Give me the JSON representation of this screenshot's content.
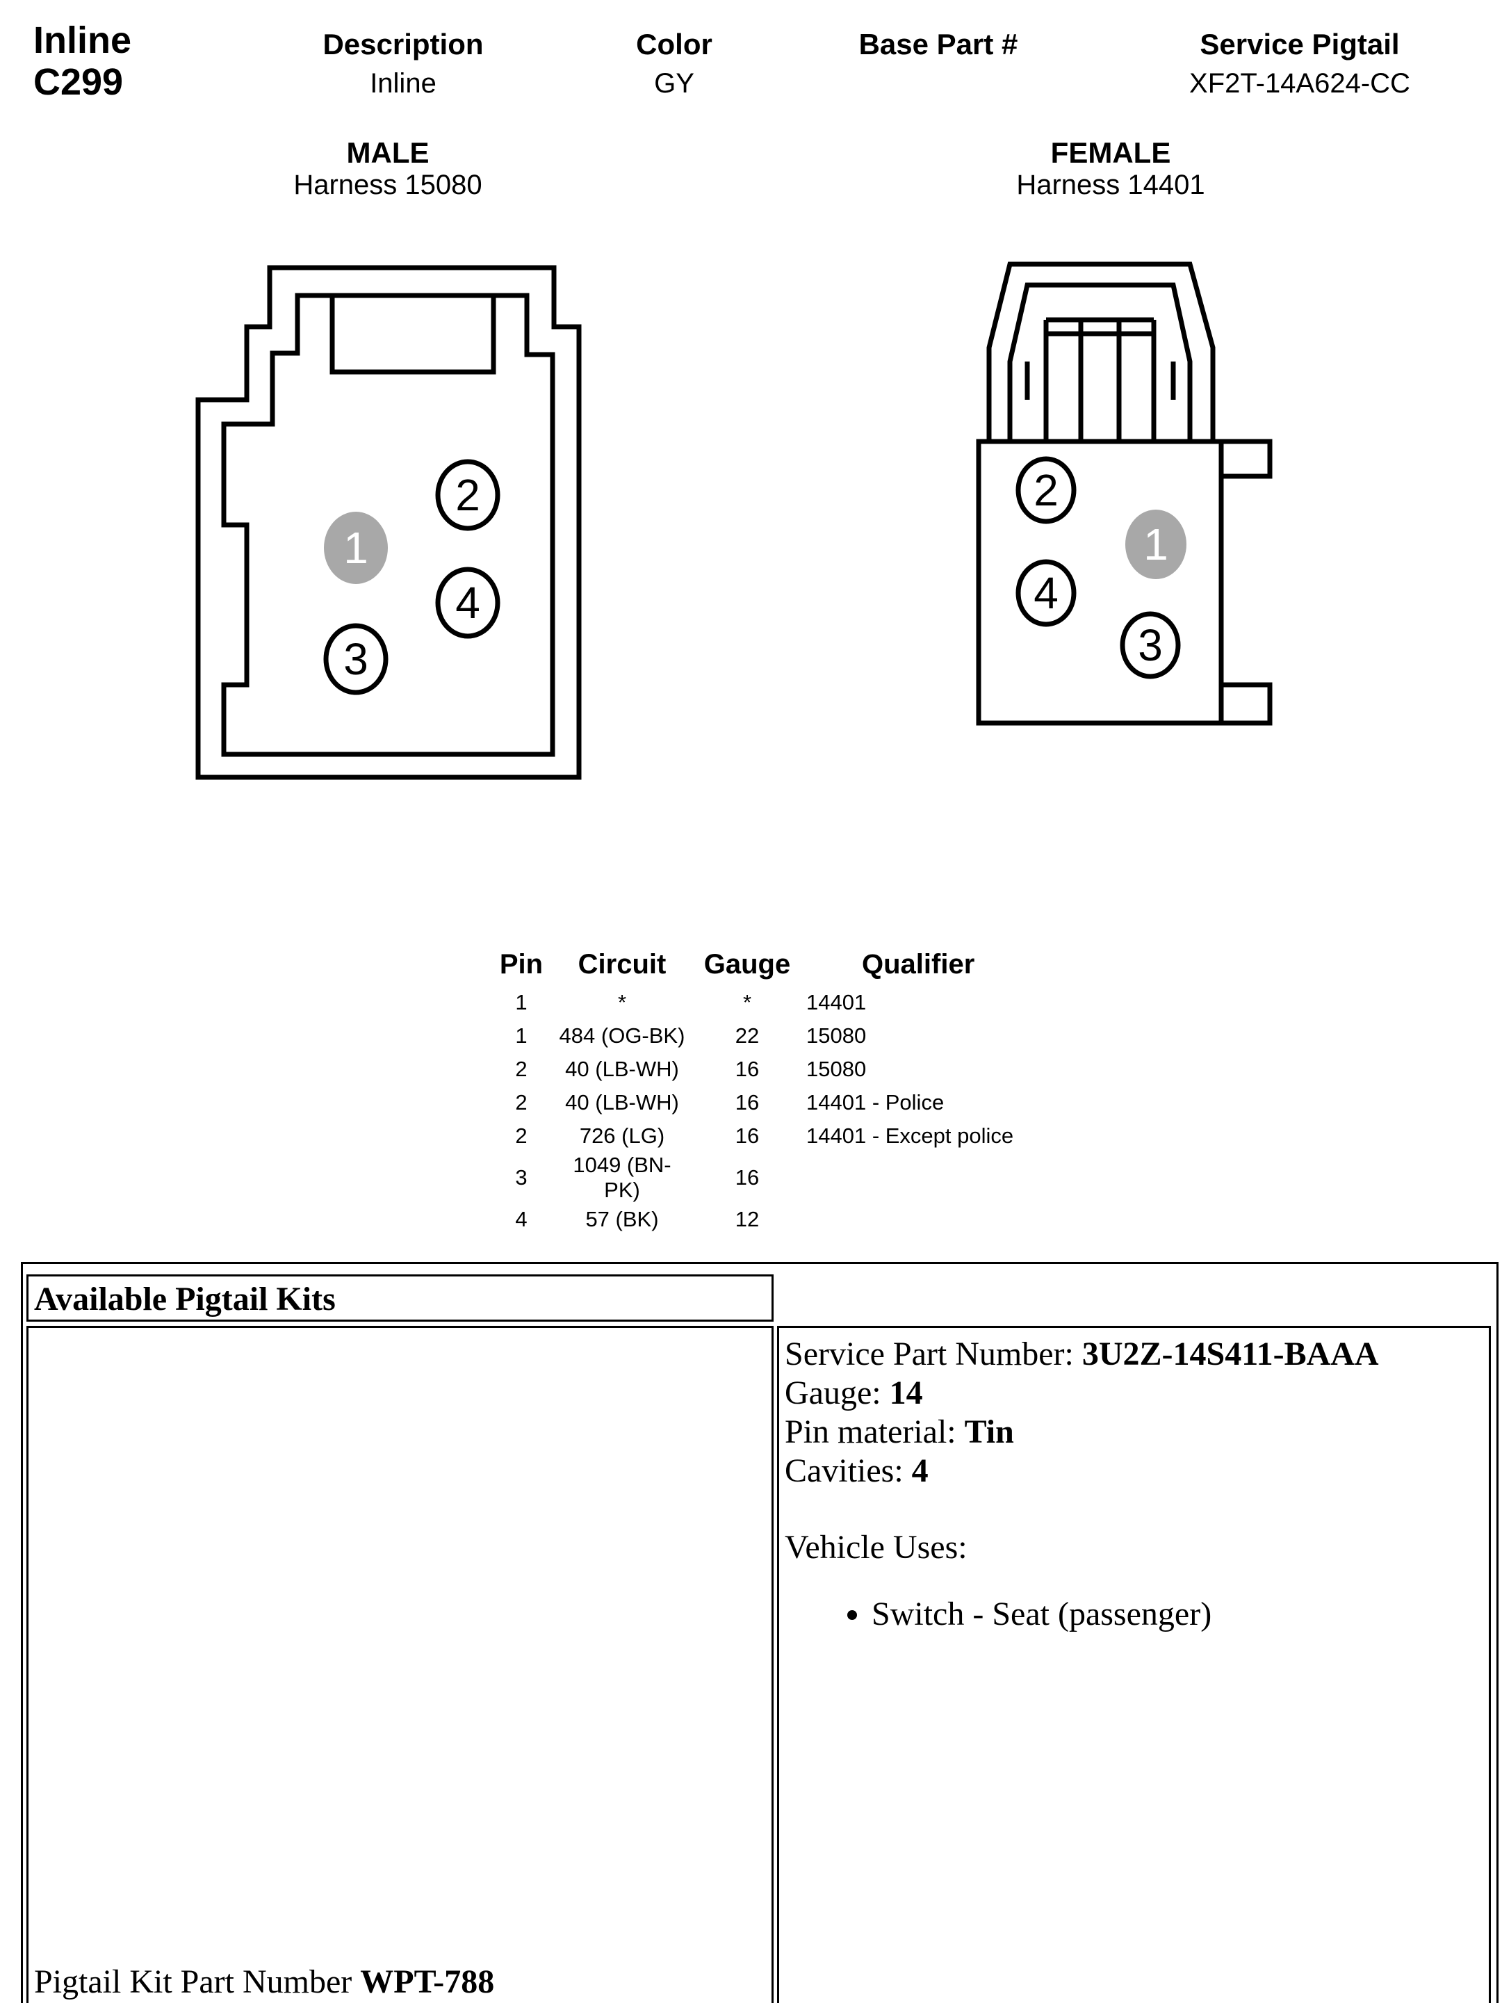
{
  "connector": {
    "type_label": "Inline",
    "id": "C299"
  },
  "header": {
    "description_label": "Description",
    "description_value": "Inline",
    "color_label": "Color",
    "color_value": "GY",
    "base_part_label": "Base Part #",
    "base_part_value": "",
    "service_pigtail_label": "Service Pigtail",
    "service_pigtail_value": "XF2T-14A624-CC"
  },
  "male": {
    "label": "MALE",
    "harness": "Harness 15080",
    "pins": [
      "1",
      "2",
      "3",
      "4"
    ]
  },
  "female": {
    "label": "FEMALE",
    "harness": "Harness 14401",
    "pins": [
      "1",
      "2",
      "3",
      "4"
    ]
  },
  "pin_table": {
    "columns": [
      "Pin",
      "Circuit",
      "Gauge",
      "Qualifier"
    ],
    "rows": [
      {
        "pin": "1",
        "circuit": "*",
        "gauge": "*",
        "qualifier": "14401"
      },
      {
        "pin": "1",
        "circuit": "484 (OG-BK)",
        "gauge": "22",
        "qualifier": "15080"
      },
      {
        "pin": "2",
        "circuit": "40 (LB-WH)",
        "gauge": "16",
        "qualifier": "15080"
      },
      {
        "pin": "2",
        "circuit": "40 (LB-WH)",
        "gauge": "16",
        "qualifier": "14401 - Police"
      },
      {
        "pin": "2",
        "circuit": "726 (LG)",
        "gauge": "16",
        "qualifier": "14401 - Except police"
      },
      {
        "pin": "3",
        "circuit": "1049 (BN-PK)",
        "gauge": "16",
        "qualifier": ""
      },
      {
        "pin": "4",
        "circuit": "57 (BK)",
        "gauge": "12",
        "qualifier": ""
      }
    ]
  },
  "pigtail_kits": {
    "title": "Available Pigtail Kits",
    "kit_label": "Pigtail Kit Part Number ",
    "kit_value": "WPT-788",
    "service_part_label": "Service Part Number: ",
    "service_part_value": "3U2Z-14S411-BAAA",
    "gauge_label": "Gauge: ",
    "gauge_value": "14",
    "pin_material_label": "Pin material: ",
    "pin_material_value": "Tin",
    "cavities_label": "Cavities: ",
    "cavities_value": "4",
    "vehicle_uses_label": "Vehicle Uses:",
    "vehicle_uses": [
      "Switch - Seat (passenger)"
    ]
  },
  "colors": {
    "pin1_fill": "#a8a8a8",
    "pin1_text": "#ffffff"
  }
}
